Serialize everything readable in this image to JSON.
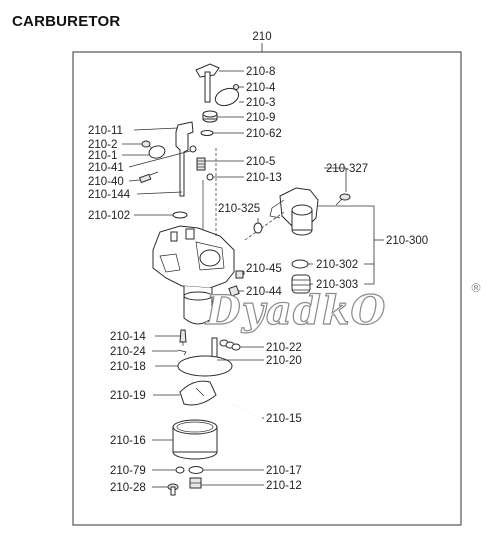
{
  "title": "CARBURETOR",
  "watermark": "DyadkO",
  "watermark_mark": "®",
  "assembly": "210",
  "subassembly": "210-300",
  "labels": {
    "p210_8": "210-8",
    "p210_4": "210-4",
    "p210_3": "210-3",
    "p210_9": "210-9",
    "p210_62": "210-62",
    "p210_11": "210-11",
    "p210_2": "210-2",
    "p210_1": "210-1",
    "p210_41": "210-41",
    "p210_40": "210-40",
    "p210_144": "210-144",
    "p210_5": "210-5",
    "p210_13": "210-13",
    "p210_327": "210-327",
    "p210_102": "210-102",
    "p210_325": "210-325",
    "p210_45": "210-45",
    "p210_44": "210-44",
    "p210_302": "210-302",
    "p210_303": "210-303",
    "p210_14": "210-14",
    "p210_24": "210-24",
    "p210_18": "210-18",
    "p210_22": "210-22",
    "p210_20": "210-20",
    "p210_19": "210-19",
    "p210_15": "210-15",
    "p210_16": "210-16",
    "p210_79": "210-79",
    "p210_17": "210-17",
    "p210_28": "210-28",
    "p210_12": "210-12"
  }
}
